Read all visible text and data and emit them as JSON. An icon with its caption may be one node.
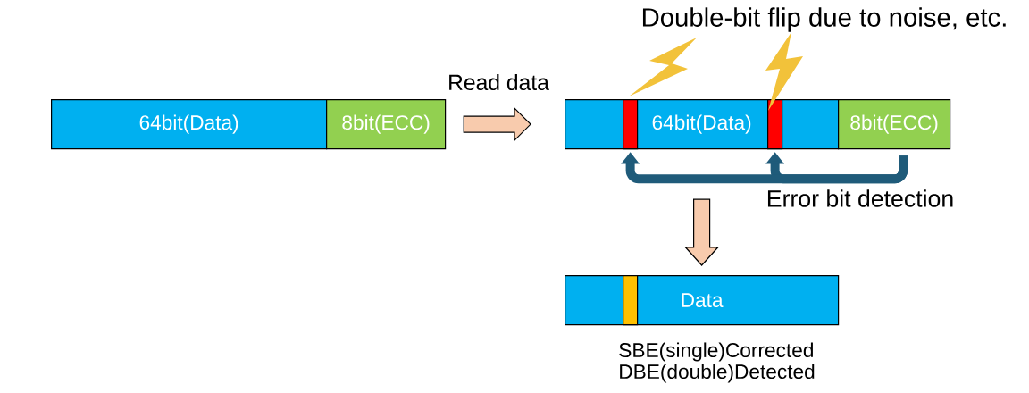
{
  "diagram": {
    "nodes": [
      {
        "text": [
          "64bit(Data)"
        ]
      },
      {
        "text": [
          "8bit(ECC)"
        ]
      },
      {
        "text": [
          "64bit(Data)"
        ]
      },
      {
        "text": [],
        "shape": "box",
        "in": 2
      },
      {
        "text": [],
        "shape": "box",
        "in": 2
      },
      {
        "text": [
          "8bit(ECC)"
        ]
      },
      {
        "text": [
          "Data"
        ],
        "beside": [
          "SBE(single)Corrected",
          "DBE(double)Detected"
        ]
      },
      {
        "text": [],
        "shape": "box",
        "in": 6
      }
    ],
    "edges": [
      {
        "from": 1,
        "to": 2,
        "arrow": "to",
        "label": "Read data"
      },
      {
        "from": 5,
        "to": 4,
        "arrow": "to",
        "label": "Error bit detection",
        "color": "#1f5b7a"
      },
      {
        "from": 5,
        "to": 3,
        "arrow": "to",
        "color": "#1f5b7a"
      },
      {
        "from": 2,
        "to": 6,
        "arrow": "to"
      }
    ],
    "labels": [
      "Double-bit flip due to noise, etc."
    ]
  }
}
